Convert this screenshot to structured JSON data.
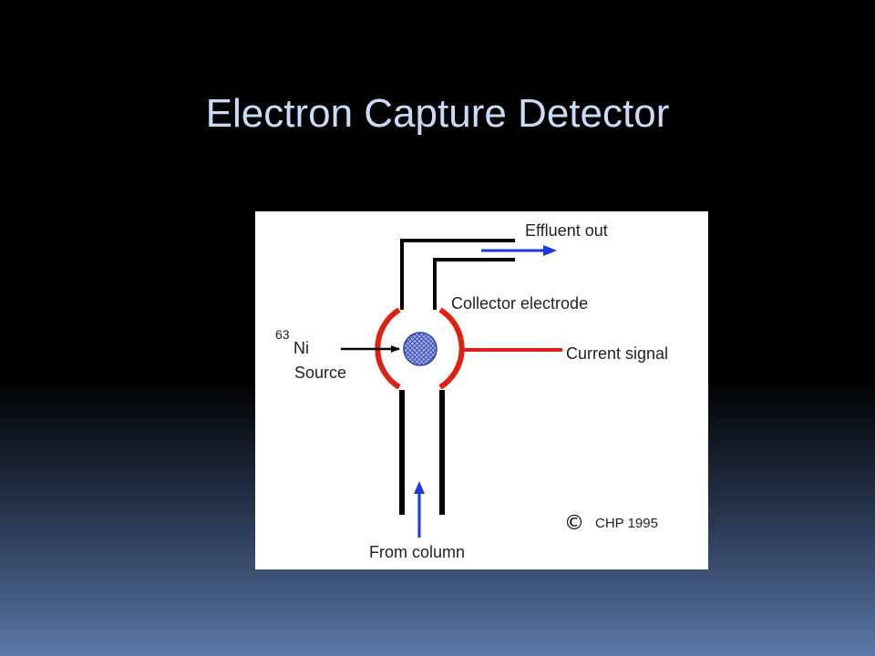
{
  "slide": {
    "title": "Electron Capture Detector"
  },
  "diagram": {
    "labels": {
      "effluent_out": "Effluent out",
      "collector_electrode": "Collector electrode",
      "isotope_mass": "63",
      "isotope_symbol": "Ni",
      "source": "Source",
      "current_signal": "Current signal",
      "copyright_symbol": "©",
      "copyright_text": "CHP 1995",
      "from_column": "From column"
    },
    "colors": {
      "electrode": "#e02010",
      "arrow": "#1a3adb",
      "tube": "#000000",
      "source_fill": "#8f9cd8"
    }
  }
}
